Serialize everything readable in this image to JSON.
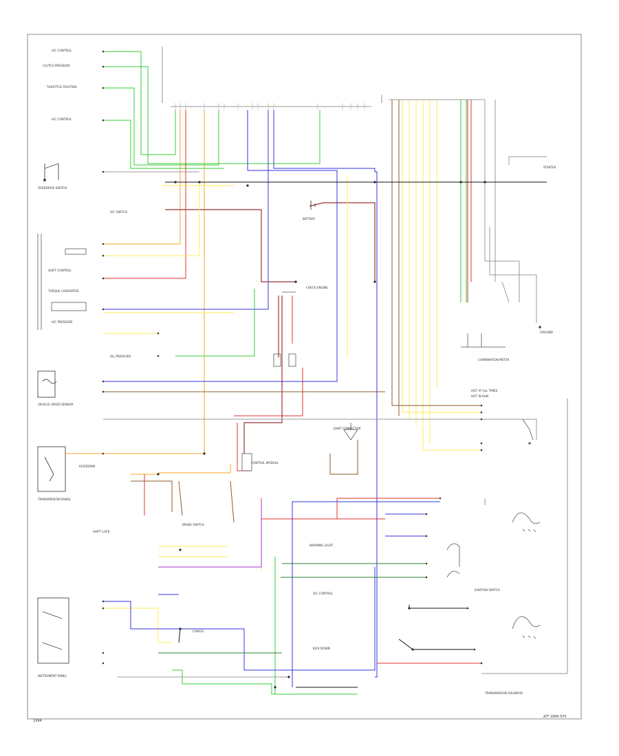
{
  "diagram": {
    "border_color": "#888888",
    "wire_colors": {
      "green": "#33cc33",
      "orange": "#f5a623",
      "red": "#e03030",
      "yellow": "#ffee55",
      "blue": "#3333dd",
      "dark_red": "#993333",
      "brown": "#8b5a2b",
      "gray": "#999999",
      "black": "#111111",
      "purple": "#aa33cc",
      "dark_green": "#2e7d32",
      "pink": "#ff7777"
    },
    "labels": {
      "left_top_1": "A/C CONTROL",
      "left_top_2": "CLUTCH PRESSURE",
      "left_top_3": "THROTTLE POSITION",
      "left_top_4": "A/C CONTROL",
      "overdrive_switch": "OVERDRIVE SWITCH",
      "ac_switch": "A/C SWITCH",
      "battery": "BATTERY",
      "shift_control": "SHIFT CONTROL",
      "torque_converter": "TORQUE CONVERTER",
      "ac_pressure": "A/C PRESSURE",
      "oil_pressure": "OIL PRESSURE",
      "vehicle_speed": "VEHICLE SPEED SENSOR",
      "transmission_range": "TRANSMISSION RANGE",
      "kickdown": "KICKDOWN",
      "control_module": "CONTROL MODULE",
      "check_engine": "CHECK ENGINE",
      "combination_meter": "COMBINATION METER",
      "ignition_switch": "IGNITION SWITCH",
      "starter": "STARTER",
      "transmission_solenoid": "TRANSMISSION SOLENOID",
      "hot_at_all_times": "HOT AT ALL TIMES",
      "hot_in_run": "HOT IN RUN",
      "joint_connector": "JOINT CONNECTOR",
      "ground": "GROUND",
      "shift_lock": "SHIFT LOCK",
      "brake_switch": "BRAKE SWITCH",
      "warning_light": "WARNING LIGHT",
      "instrument_panel": "INSTRUMENT PANEL",
      "ac_control": "A/C CONTROL",
      "kick_down": "KICK DOWN",
      "cancel": "CANCEL"
    },
    "footer_left": "1994",
    "footer_right": "A/T 1994 SYS"
  }
}
